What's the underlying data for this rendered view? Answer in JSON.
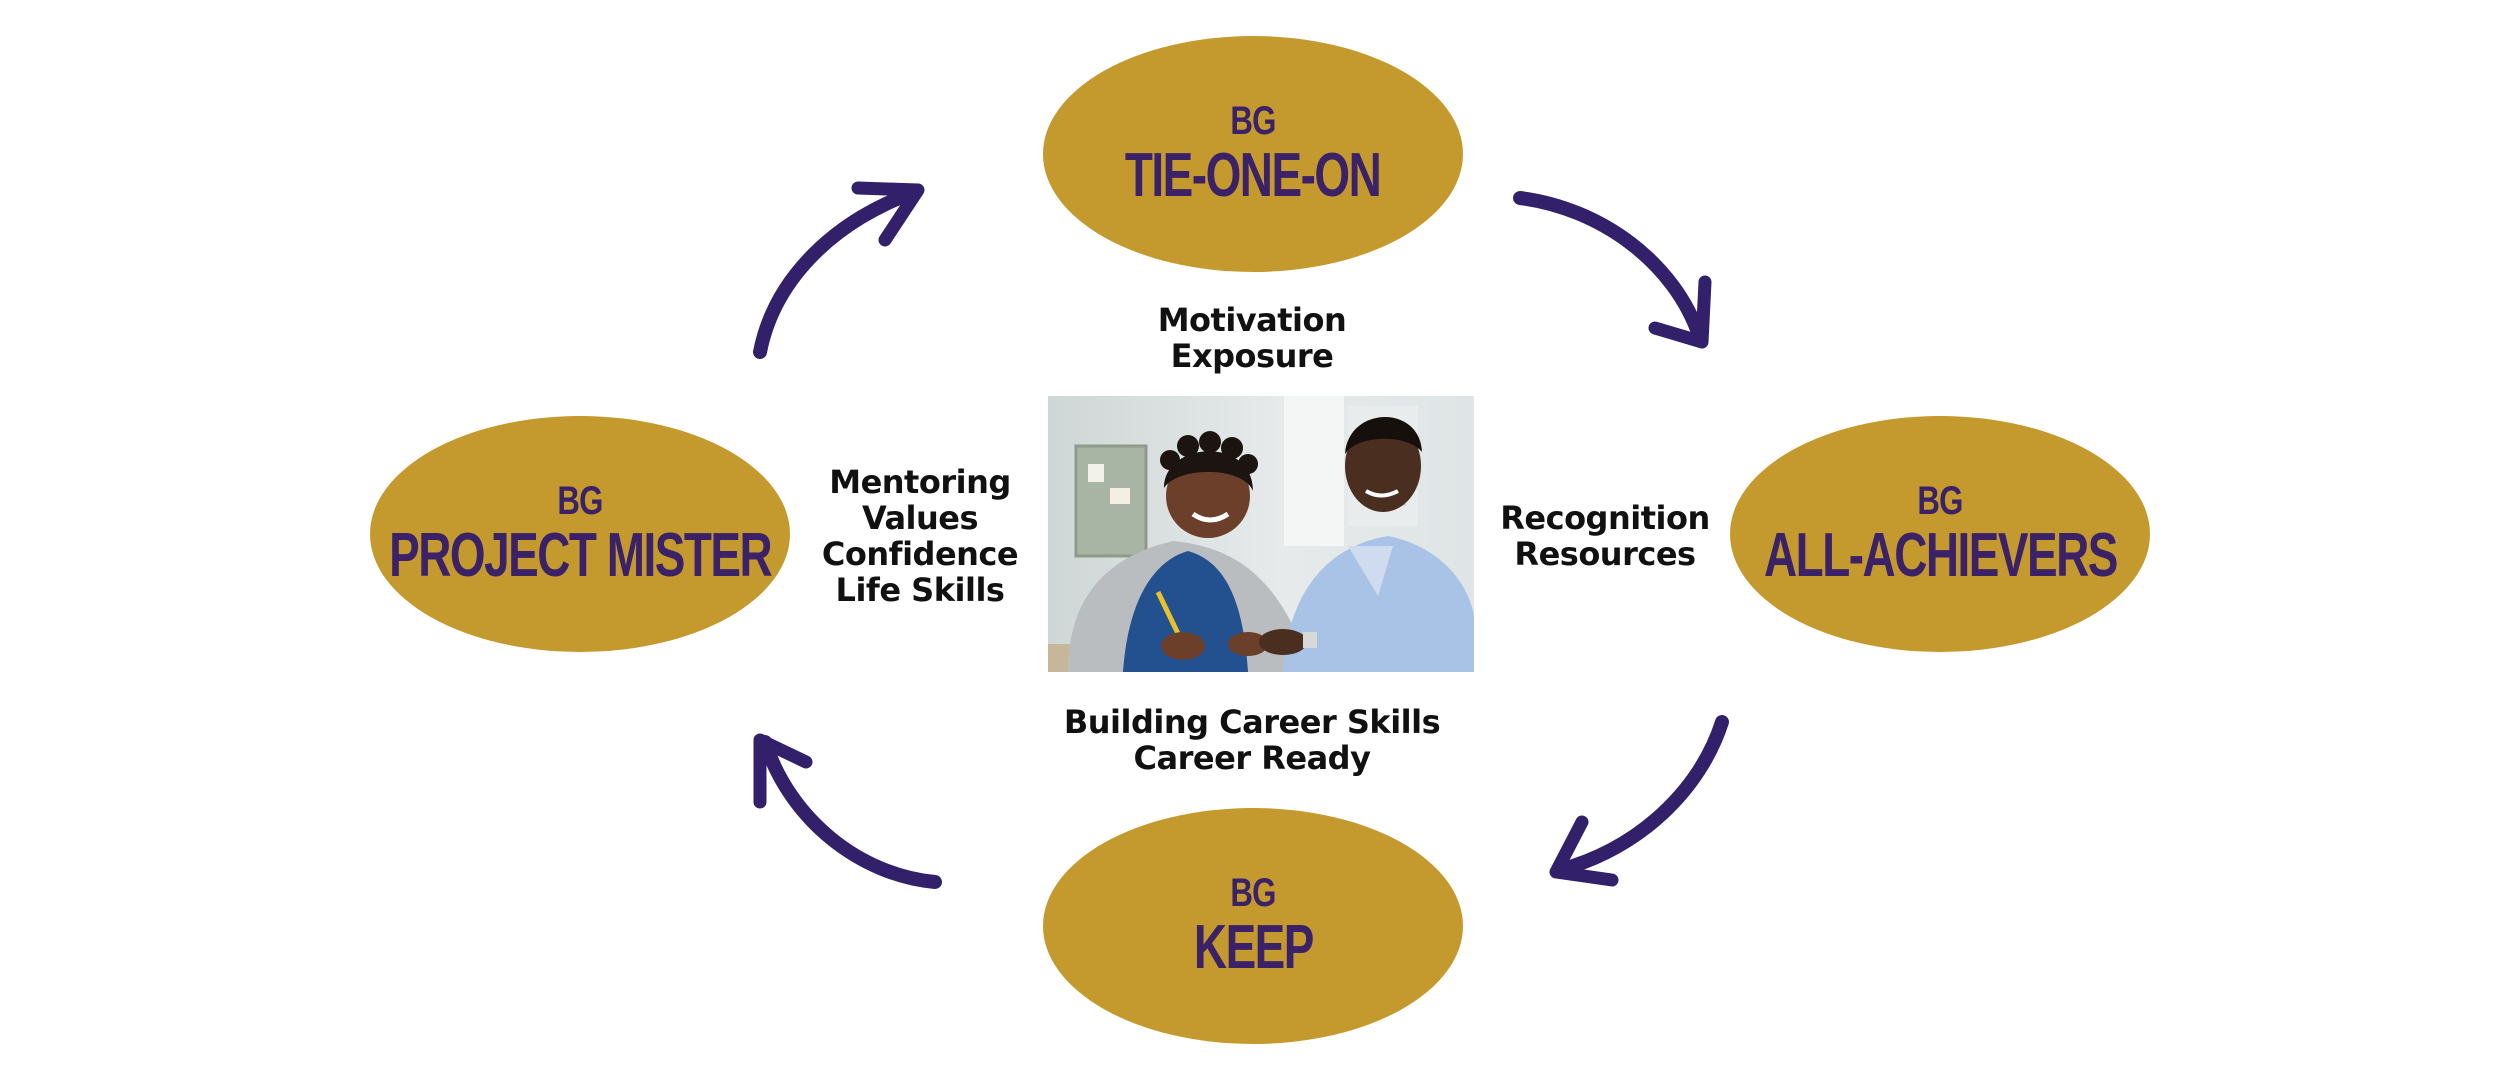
{
  "colors": {
    "node_fill": "#C49A2E",
    "node_text": "#3B2168",
    "arrow": "#33206A",
    "caption_text": "#111111"
  },
  "nodes": {
    "top": {
      "prefix": "BG",
      "title": "TIE-ONE-ON"
    },
    "right": {
      "prefix": "BG",
      "title": "ALL-ACHIEVERS"
    },
    "bottom": {
      "prefix": "BG",
      "title": "KEEP"
    },
    "left": {
      "prefix": "BG",
      "title": "PROJECT MISTER"
    }
  },
  "captions": {
    "top": [
      "Motivation",
      "Exposure"
    ],
    "right": [
      "Recognition",
      "Resources"
    ],
    "bottom": [
      "Building Career Skills",
      "Career Ready"
    ],
    "left": [
      "Mentoring",
      "Values",
      "Confidence",
      "Life Skills"
    ]
  },
  "arrows": [
    {
      "from": "left",
      "to": "top",
      "icon": "curved-arrow-icon"
    },
    {
      "from": "top",
      "to": "right",
      "icon": "curved-arrow-icon"
    },
    {
      "from": "right",
      "to": "bottom",
      "icon": "curved-arrow-icon"
    },
    {
      "from": "bottom",
      "to": "left",
      "icon": "curved-arrow-icon"
    }
  ],
  "photo": {
    "subject": "mentor-and-student-photo"
  }
}
